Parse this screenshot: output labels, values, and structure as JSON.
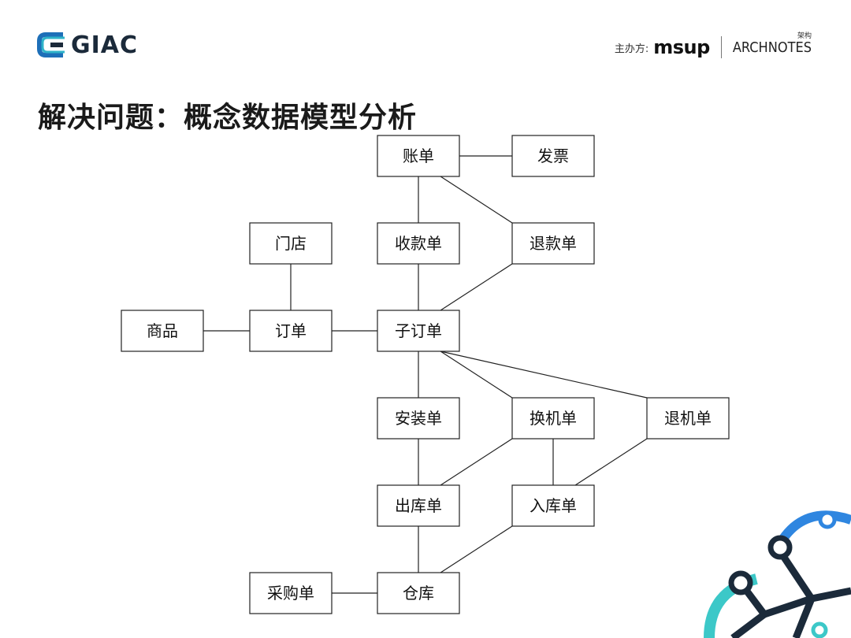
{
  "header": {
    "logo_text": "GIAC",
    "organizer_label": "主办方:",
    "organizer_brand": "msup",
    "partner_brand": "ARCHNOTES",
    "partner_brand_cn": "架构"
  },
  "title": "解决问题：概念数据模型分析",
  "diagram": {
    "nodes": [
      {
        "id": "zhangdan",
        "label": "账单"
      },
      {
        "id": "fapiao",
        "label": "发票"
      },
      {
        "id": "mendian",
        "label": "门店"
      },
      {
        "id": "shoukuandan",
        "label": "收款单"
      },
      {
        "id": "tuikuandan",
        "label": "退款单"
      },
      {
        "id": "shangpin",
        "label": "商品"
      },
      {
        "id": "dingdan",
        "label": "订单"
      },
      {
        "id": "zidingdan",
        "label": "子订单"
      },
      {
        "id": "anzhuangdan",
        "label": "安装单"
      },
      {
        "id": "huanjidan",
        "label": "换机单"
      },
      {
        "id": "tuijidan",
        "label": "退机单"
      },
      {
        "id": "chukudan",
        "label": "出库单"
      },
      {
        "id": "rukudan",
        "label": "入库单"
      },
      {
        "id": "caigoudan",
        "label": "采购单"
      },
      {
        "id": "cangku",
        "label": "仓库"
      }
    ],
    "edges": [
      [
        "zhangdan",
        "fapiao"
      ],
      [
        "zhangdan",
        "shoukuandan"
      ],
      [
        "zhangdan",
        "tuikuandan"
      ],
      [
        "shoukuandan",
        "zidingdan"
      ],
      [
        "tuikuandan",
        "zidingdan"
      ],
      [
        "mendian",
        "dingdan"
      ],
      [
        "shangpin",
        "dingdan"
      ],
      [
        "dingdan",
        "zidingdan"
      ],
      [
        "zidingdan",
        "anzhuangdan"
      ],
      [
        "zidingdan",
        "huanjidan"
      ],
      [
        "zidingdan",
        "tuijidan"
      ],
      [
        "anzhuangdan",
        "chukudan"
      ],
      [
        "huanjidan",
        "chukudan"
      ],
      [
        "huanjidan",
        "rukudan"
      ],
      [
        "tuijidan",
        "rukudan"
      ],
      [
        "chukudan",
        "cangku"
      ],
      [
        "rukudan",
        "cangku"
      ],
      [
        "caigoudan",
        "cangku"
      ]
    ]
  }
}
